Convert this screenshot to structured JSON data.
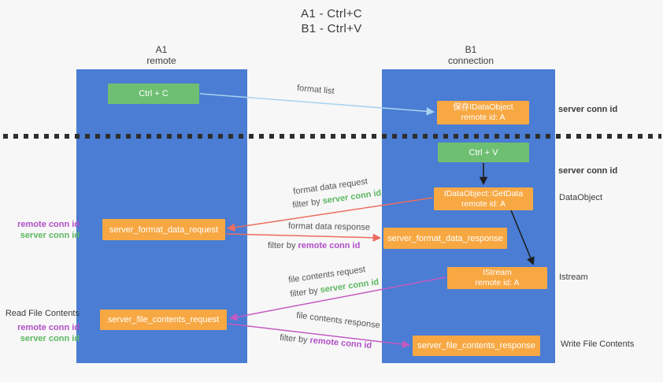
{
  "title": {
    "line1": "A1 - Ctrl+C",
    "line2": "B1 - Ctrl+V"
  },
  "columns": {
    "left": {
      "name": "A1",
      "sub": "remote"
    },
    "right": {
      "name": "B1",
      "sub": "connection"
    }
  },
  "nodes": {
    "ctrl_c": {
      "label": "Ctrl + C"
    },
    "save_dataobject": {
      "line1": "保存IDataObject",
      "line2": "remote id: A"
    },
    "ctrl_v": {
      "label": "Ctrl + V"
    },
    "getdata": {
      "line1": "IDataObject::GetData",
      "line2": "remote id: A"
    },
    "format_request": {
      "label": "server_format_data_request"
    },
    "format_response": {
      "label": "server_format_data_response"
    },
    "istream": {
      "line1": "IStream",
      "line2": "remote id: A"
    },
    "file_request": {
      "label": "server_file_contents_request"
    },
    "file_response": {
      "label": "server_file_contents_response"
    }
  },
  "arrows": {
    "format_list": {
      "label": "format list"
    },
    "format_data_request": {
      "label": "format data request",
      "filter_prefix": "filter by",
      "filter_key": "server conn id"
    },
    "format_data_response": {
      "label": "format data response",
      "filter_prefix": "filter by",
      "filter_key": "remote conn id"
    },
    "file_contents_request": {
      "label": "file contents request",
      "filter_prefix": "filter by",
      "filter_key": "server conn id"
    },
    "file_contents_response": {
      "label": "file contents response",
      "filter_prefix": "filter by",
      "filter_key": "remote conn id"
    }
  },
  "side_labels": {
    "right_server_conn_top": "server conn id",
    "right_server_conn_mid": "server conn id",
    "right_dataobject": "DataObject",
    "right_istream": "Istream",
    "right_write_file": "Write File Contents",
    "left_remote_conn_top": "remote conn id",
    "left_server_conn_top": "server conn id",
    "left_read_file": "Read File Contents",
    "left_remote_conn_bottom": "remote conn id",
    "left_server_conn_bottom": "server conn id"
  },
  "colors": {
    "bg": "#f7f7f7",
    "column_blue": "#4a7dd3",
    "box_green": "#6ebf72",
    "box_orange": "#f7a843",
    "green_text": "#5cb860",
    "purple_text": "#b14ec7",
    "arrow_blue": "#a8d2ef",
    "arrow_red": "#ec6d60",
    "arrow_magenta": "#c45ac2",
    "arrow_black": "#1f1f1f",
    "label_text": "#555555",
    "dark_text": "#3b3b3b"
  }
}
